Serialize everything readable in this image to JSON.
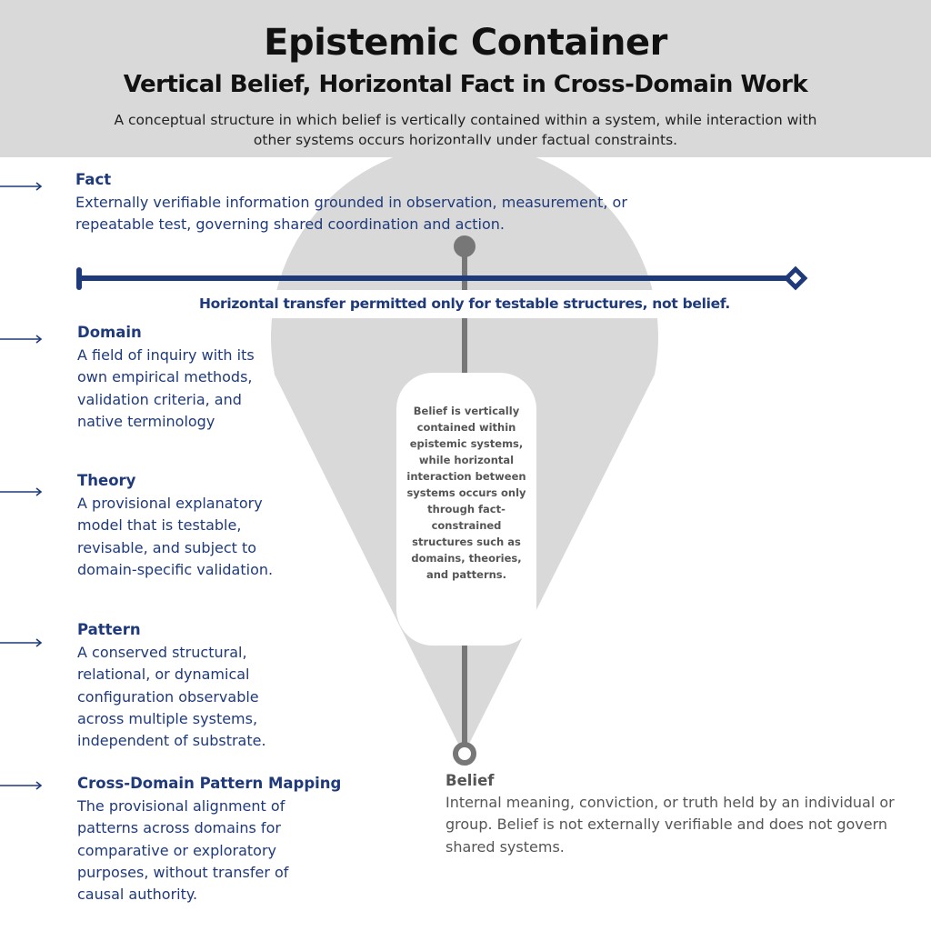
{
  "header": {
    "title": "Epistemic Container",
    "subtitle": "Vertical Belief, Horizontal Fact in Cross-Domain Work",
    "description": "A conceptual structure in which belief is vertically contained within a system, while interaction with other systems occurs horizontally under factual constraints."
  },
  "colors": {
    "navy": "#1f3a7a",
    "gray_line": "#777777",
    "cone": "#d9d9d9",
    "header_bg": "#d9d9d9"
  },
  "terms": [
    {
      "name": "Fact",
      "text": "Externally verifiable information grounded in observation, measurement, or repeatable test, governing shared coordination and action."
    },
    {
      "name": "Domain",
      "text": "A field of inquiry with its own empirical methods, validation criteria, and native terminology"
    },
    {
      "name": "Theory",
      "text": "A provisional explanatory model that is testable, revisable, and subject to domain-specific validation."
    },
    {
      "name": "Pattern",
      "text": "A conserved structural, relational, or dynamical configuration observable across multiple systems, independent of substrate."
    },
    {
      "name": "Cross-Domain Pattern Mapping",
      "text": "The provisional alignment of patterns across domains for comparative or exploratory purposes, without transfer of causal authority."
    }
  ],
  "caption": "Horizontal transfer permitted only for testable structures, not belief.",
  "center_box": "Belief is vertically contained within epistemic systems, while horizontal interaction between systems occurs only through fact-constrained structures such as domains, theories, and patterns.",
  "belief": {
    "name": "Belief",
    "text": "Internal meaning, conviction, or truth held by an individual or group. Belief is not externally verifiable and does not govern shared systems."
  }
}
